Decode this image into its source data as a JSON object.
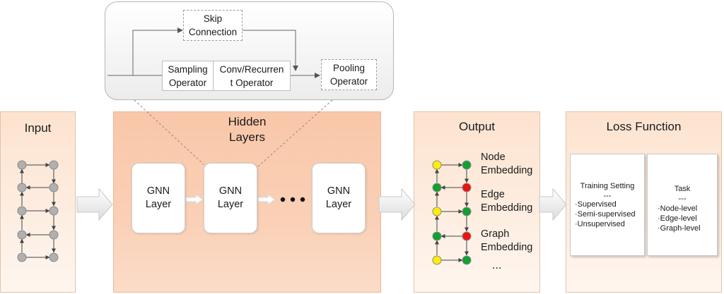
{
  "panels": {
    "input_title": "Input",
    "hidden_title": "Hidden\nLayers",
    "output_title": "Output",
    "loss_title": "Loss Function"
  },
  "zoom": {
    "skip_connection": "Skip\nConnection",
    "sampling_operator": "Sampling\nOperator",
    "conv_recurrent_operator": "Conv/Recurren\nt Operator",
    "pooling_operator": "Pooling\nOperator"
  },
  "gnn_layers": [
    {
      "label": "GNN\nLayer"
    },
    {
      "label": "GNN\nLayer"
    },
    {
      "label": "GNN\nLayer"
    }
  ],
  "output": {
    "node_embedding": "Node\nEmbedding",
    "edge_embedding": "Edge\nEmbedding",
    "graph_embedding": "Graph\nEmbedding",
    "ellipsis": "..."
  },
  "loss": {
    "training": {
      "title": "Training Setting",
      "sep": "---",
      "items": [
        "·Supervised",
        "·Semi-supervised",
        "·Unsupervised"
      ]
    },
    "task": {
      "title": "Task",
      "sep": "---",
      "items": [
        "·Node-level",
        "·Edge-level",
        "·Graph-level"
      ]
    }
  },
  "colors": {
    "node_gray": "#b0b0b0",
    "node_yellow": "#ffee00",
    "node_green": "#10a132",
    "node_red": "#ee1111"
  }
}
